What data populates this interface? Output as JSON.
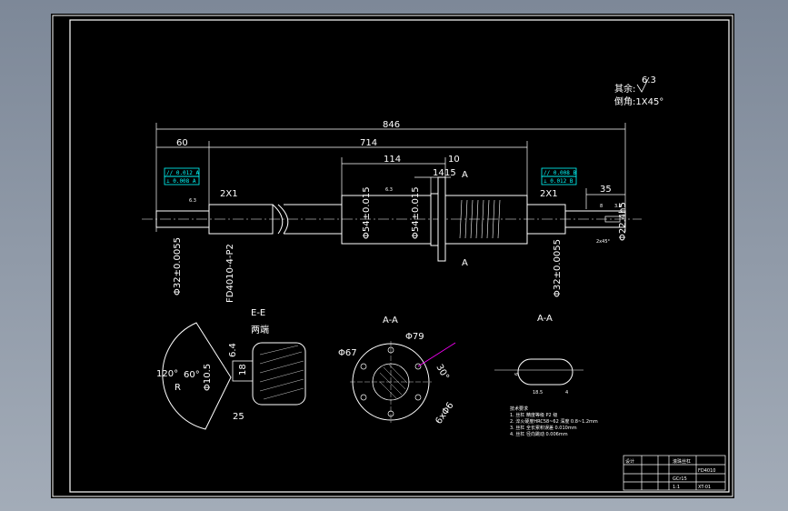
{
  "colors": {
    "background": "#8e98a6",
    "paper": "#000000",
    "line": "#ffffff",
    "frame": "#ffffff",
    "gdt_box": "#00ffff",
    "highlight": "#ff00ff"
  },
  "roughness": {
    "rest_label": "其余:",
    "rest_value": "6.3",
    "chamfer": "倒角:1X45°"
  },
  "dims": {
    "overall": "846",
    "left_len": "60",
    "mid_len": "714",
    "nut_len": "114",
    "d14": "14",
    "d15": "15",
    "d10": "10",
    "right_len": "35",
    "relief_left": "2X1",
    "relief_right": "2X1",
    "dia_left": "Φ32±0.0055",
    "thread": "FD4010-4-P2",
    "dia_right": "Φ32±0.0055",
    "dia_nut1": "Φ54±0.015",
    "dia_nut2": "Φ54±0.015",
    "dia_end": "Φ22.4h5",
    "sec_a": "A",
    "sec_a2": "A",
    "ra_small": "6.3",
    "ra_end": "3.2",
    "keyway_label": "8",
    "chamfer_small": "2x45°"
  },
  "gdt": {
    "left_1": "// 0.012 A",
    "left_2": "⊥ 0.008 A",
    "right_1": "// 0.008 B",
    "right_2": "⊥ 0.012 B"
  },
  "view_ee": {
    "title": "E-E",
    "subtitle": "两端",
    "angle_120": "120°",
    "angle_60": "60°",
    "dia_hole": "Φ10.5",
    "depth": "6.4",
    "d18": "18",
    "w25": "25",
    "letter_r": "R"
  },
  "view_aa_flange": {
    "title": "A-A",
    "d67": "Φ67",
    "d79": "Φ79",
    "angle_30": "30°",
    "holes": "6xΦ6"
  },
  "view_aa_key": {
    "title": "A-A",
    "w": "6",
    "h": "18.5",
    "d": "4"
  },
  "notes": {
    "heading": "技术要求",
    "items": [
      "1. 丝杠 精度等级 P2 级",
      "2. 淬火硬度HRC58~62 深度 0.8~1.2mm",
      "3. 丝杠 全长累积误差 0.010mm",
      "4. 丝杠 径向跳动 0.006mm"
    ]
  },
  "title_block": {
    "name": "滚珠丝杠",
    "code": "FD4010",
    "material": "GCr15",
    "scale": "1:1",
    "drawing_no": "XT-01",
    "company": "设计"
  }
}
